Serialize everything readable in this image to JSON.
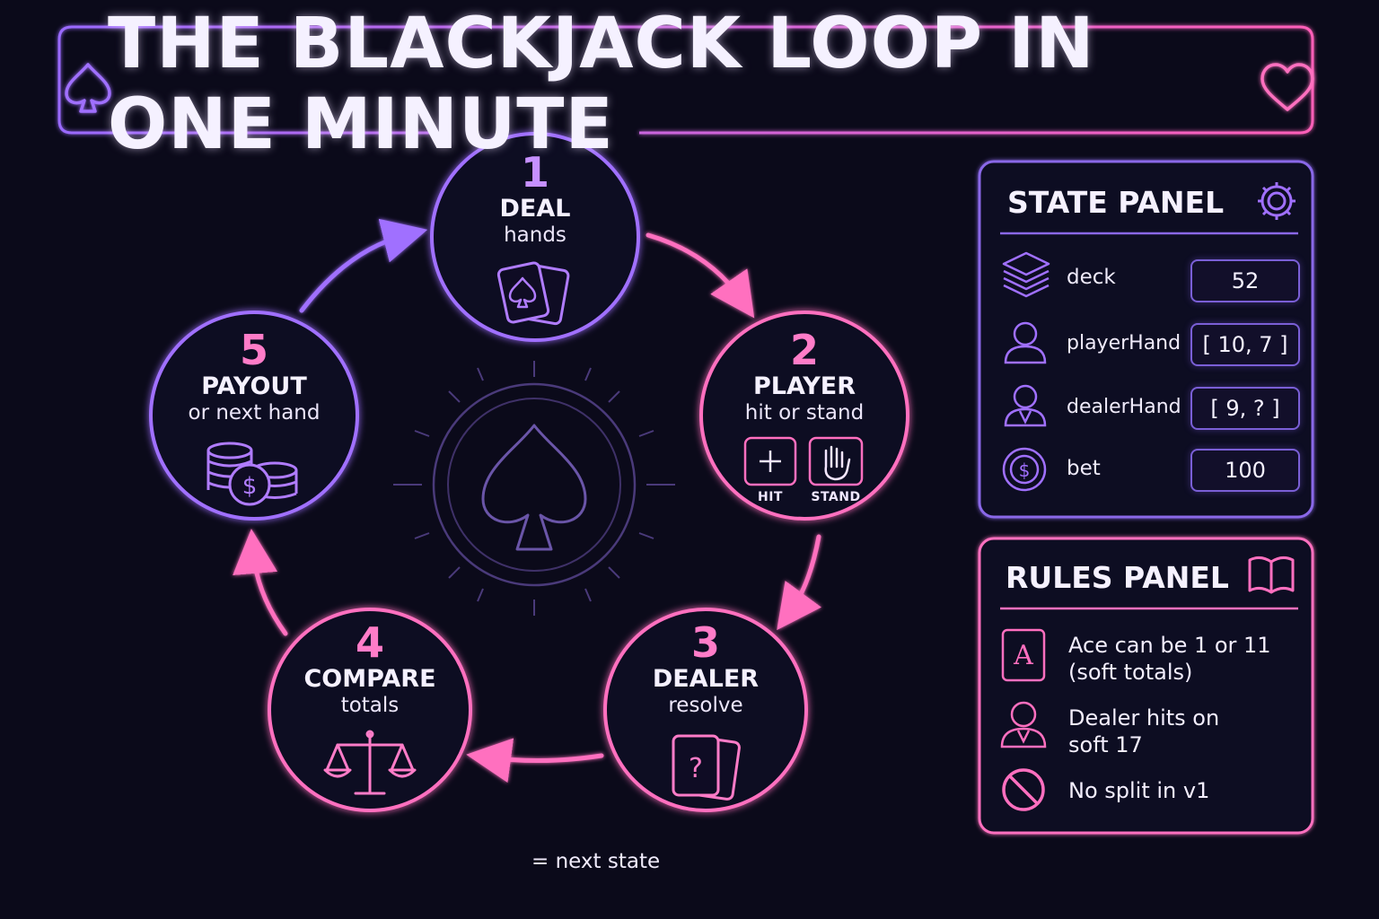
{
  "title": "THE BLACKJACK LOOP IN ONE MINUTE",
  "colors": {
    "purple": "#a070ff",
    "pink": "#ff6fbf",
    "background": "#0b0a1a"
  },
  "loop": {
    "nodes": [
      {
        "number": "1",
        "title": "DEAL",
        "subtitle": "hands",
        "icon": "cards-spade-icon"
      },
      {
        "number": "2",
        "title": "PLAYER",
        "subtitle": "hit or stand",
        "icon": "hit-stand-icons"
      },
      {
        "number": "3",
        "title": "DEALER",
        "subtitle": "resolve",
        "icon": "cards-question-icon"
      },
      {
        "number": "4",
        "title": "COMPARE",
        "subtitle": "totals",
        "icon": "scales-icon"
      },
      {
        "number": "5",
        "title": "PAYOUT",
        "subtitle": "or next hand",
        "icon": "coins-icon"
      }
    ],
    "hit_label": "HIT",
    "stand_label": "STAND",
    "center_icon": "spade-icon"
  },
  "legend": {
    "text": "= next state"
  },
  "state_panel": {
    "title": "STATE PANEL",
    "icon": "gear-icon",
    "rows": [
      {
        "label": "deck",
        "value": "52",
        "icon": "deck-stack-icon"
      },
      {
        "label": "playerHand",
        "value": "[ 10, 7 ]",
        "icon": "player-icon"
      },
      {
        "label": "dealerHand",
        "value": "[ 9, ? ]",
        "icon": "dealer-icon"
      },
      {
        "label": "bet",
        "value": "100",
        "icon": "dollar-chip-icon"
      }
    ]
  },
  "rules_panel": {
    "title": "RULES PANEL",
    "icon": "book-icon",
    "rules": [
      {
        "line1": "Ace can be 1 or 11",
        "line2": "(soft totals)",
        "icon": "ace-card-icon",
        "icon_letter": "A"
      },
      {
        "line1": "Dealer hits on",
        "line2": "soft 17",
        "icon": "dealer-icon"
      },
      {
        "line1": "No split in v1",
        "line2": "",
        "icon": "no-icon"
      }
    ]
  }
}
